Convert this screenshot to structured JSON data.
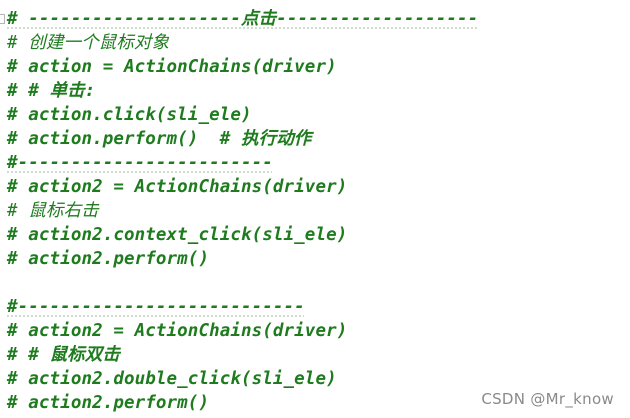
{
  "code_lines": [
    "# --------------------点击-------------------",
    "# 创建一个鼠标对象",
    "# action = ActionChains(driver)",
    "# # 单击:",
    "# action.click(sli_ele)",
    "# action.perform()  # 执行动作",
    "#------------------------",
    "# action2 = ActionChains(driver)",
    "# 鼠标右击",
    "# action2.context_click(sli_ele)",
    "# action2.perform()",
    "",
    "#---------------------------",
    "# action2 = ActionChains(driver)",
    "# # 鼠标双击",
    "# action2.double_click(sli_ele)",
    "# action2.perform()"
  ],
  "watermark": "CSDN @Mr_know",
  "colors": {
    "comment": "#1e7b1e",
    "background": "#ffffff",
    "watermark": "#8a8a8a"
  }
}
